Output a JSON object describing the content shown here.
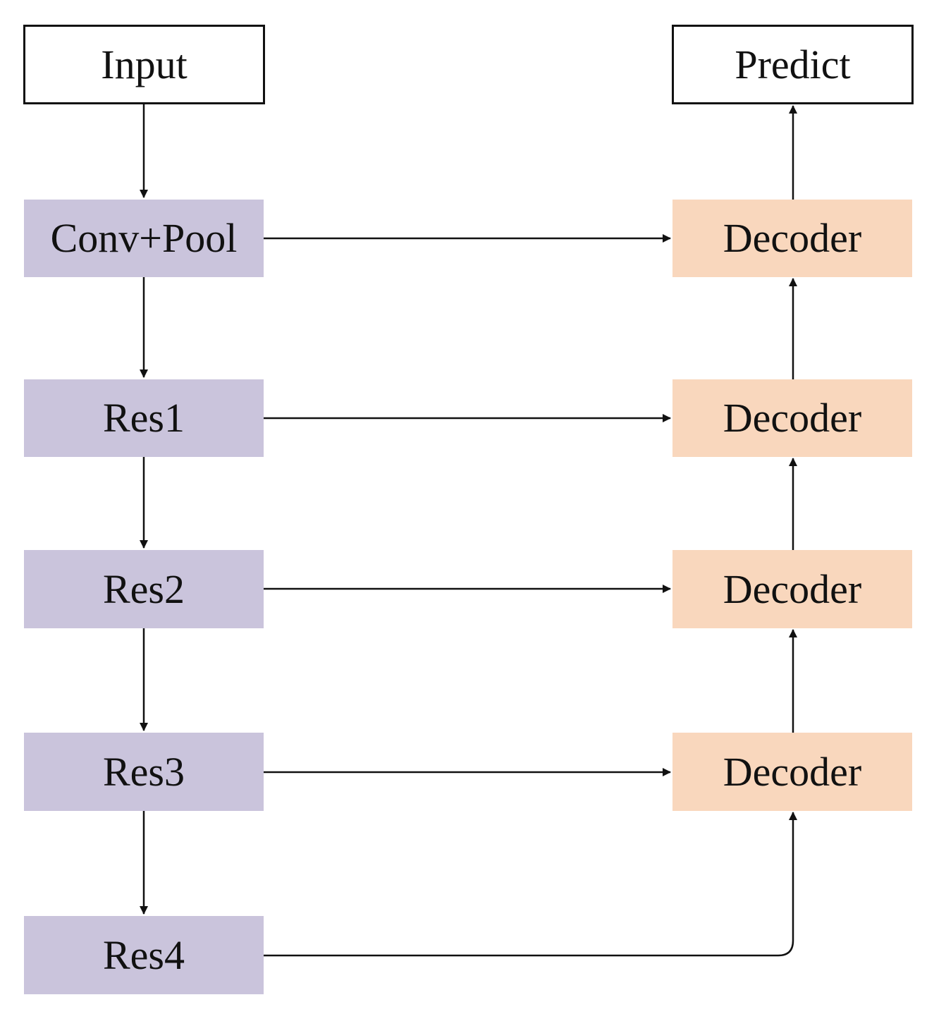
{
  "diagram": {
    "input_label": "Input",
    "predict_label": "Predict",
    "encoder": [
      {
        "label": "Conv+Pool"
      },
      {
        "label": "Res1"
      },
      {
        "label": "Res2"
      },
      {
        "label": "Res3"
      },
      {
        "label": "Res4"
      }
    ],
    "decoder": [
      {
        "label": "Decoder"
      },
      {
        "label": "Decoder"
      },
      {
        "label": "Decoder"
      },
      {
        "label": "Decoder"
      }
    ],
    "colors": {
      "encoder_fill": "#cac4dc",
      "decoder_fill": "#f9d7bd",
      "io_border": "#111111",
      "line": "#111111"
    }
  }
}
